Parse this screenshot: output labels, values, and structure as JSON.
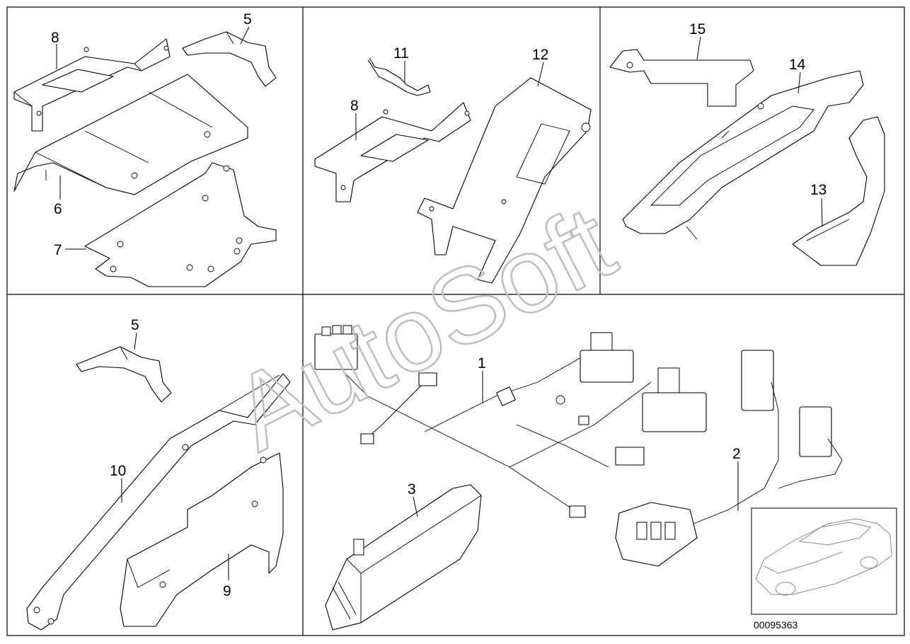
{
  "watermark": "AutoSoft",
  "catalog_number": "00095363",
  "parts": {
    "p1": "1",
    "p2": "2",
    "p3": "3",
    "p5a": "5",
    "p5b": "5",
    "p6": "6",
    "p7": "7",
    "p8a": "8",
    "p8b": "8",
    "p9": "9",
    "p10": "10",
    "p11": "11",
    "p12": "12",
    "p13": "13",
    "p14": "14",
    "p15": "15"
  },
  "thumbnail": {
    "icon": "car-icon"
  }
}
